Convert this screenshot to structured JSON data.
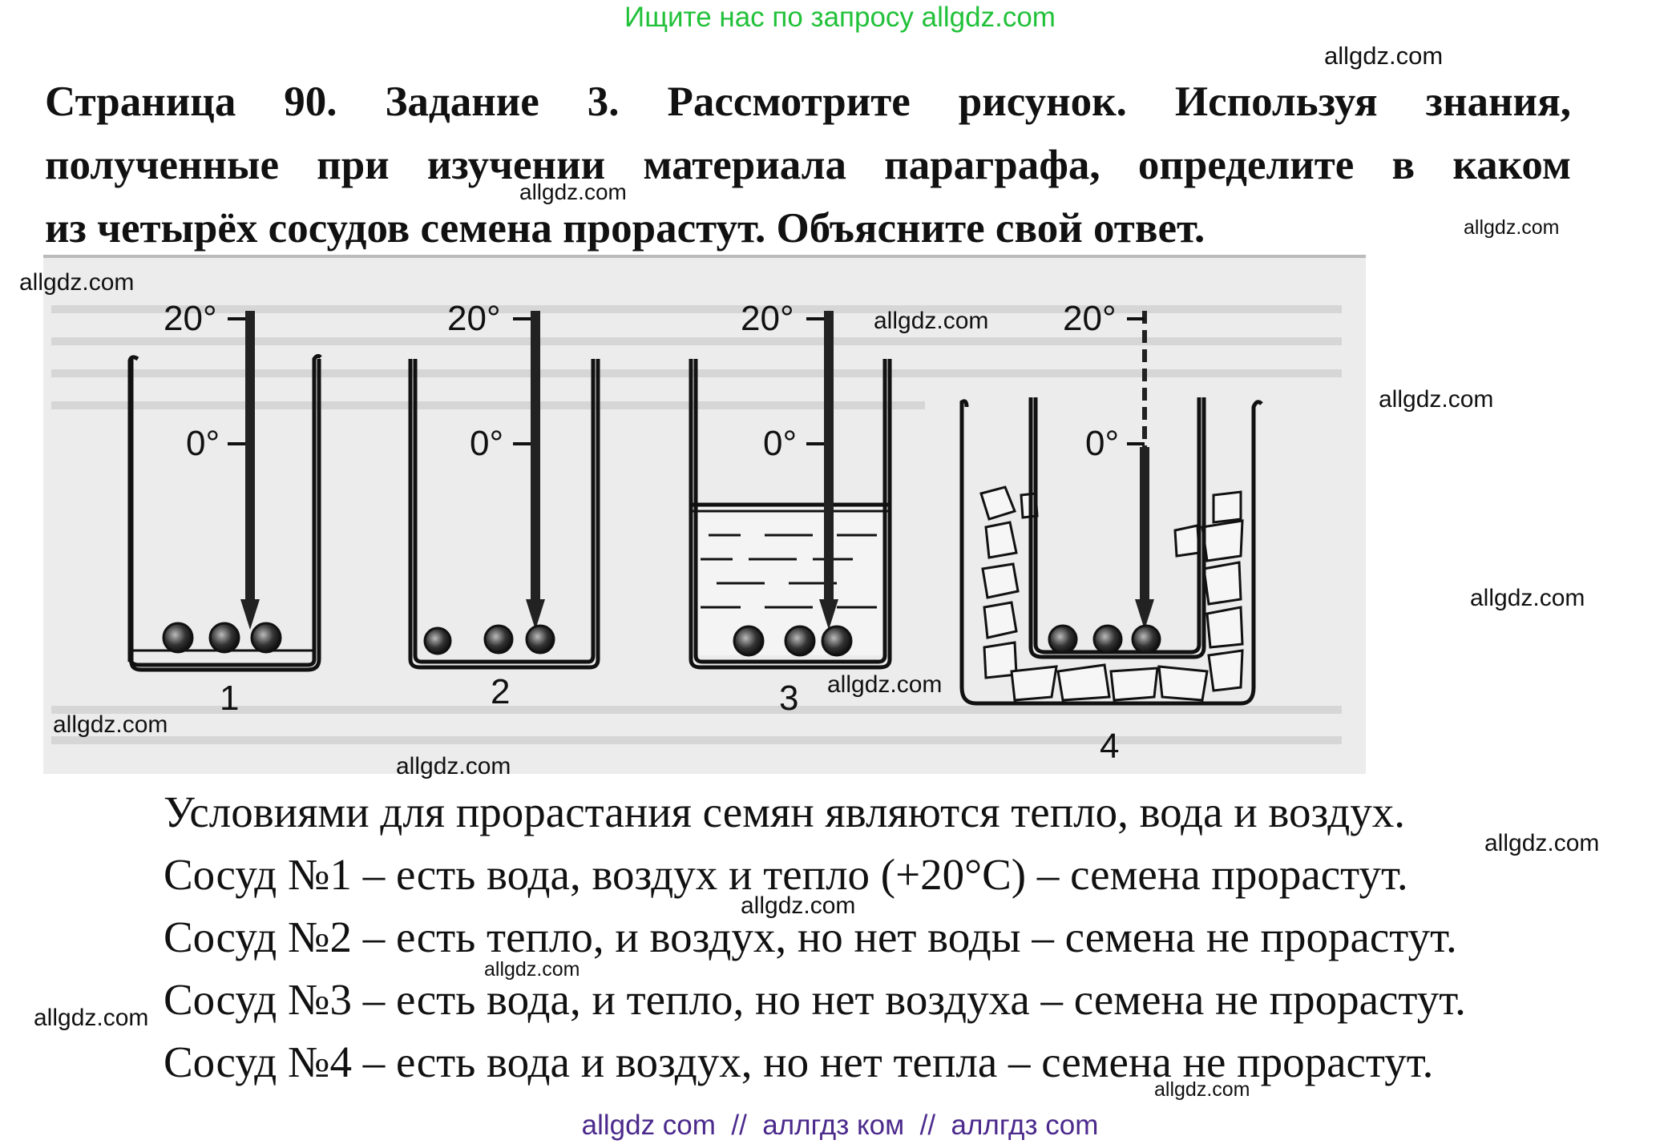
{
  "banner": "Ищите нас по запросу allgdz.com",
  "watermark": "allgdz.com",
  "question": {
    "line1": "Страница 90. Задание 3. Рассмотрите рисунок. Используя знания,",
    "line2": "полученные при изучении материала параграфа, определите в каком",
    "line3": "из четырёх сосудов семена прорастут. Объясните свой ответ."
  },
  "figure": {
    "thermometer_labels": {
      "top": "20°",
      "zero": "0°"
    },
    "vessels": [
      {
        "label": "1"
      },
      {
        "label": "2"
      },
      {
        "label": "3"
      },
      {
        "label": "4"
      }
    ]
  },
  "answer": [
    "Условиями для прорастания семян являются тепло, вода и воздух.",
    "Сосуд №1 – есть вода, воздух и тепло (+20°С) – семена прорастут.",
    "Сосуд №2 – есть тепло, и воздух, но нет воды – семена не прорастут.",
    "Сосуд №3 – есть вода, и тепло, но нет воздуха – семена не прорастут.",
    "Сосуд №4 – есть вода и воздух, но нет тепла – семена не прорастут."
  ],
  "footer": "allgdz com  //  аллгдз ком  //  аллгдз com",
  "colors": {
    "banner": "#22c13a",
    "footer": "#4b2a8c"
  }
}
